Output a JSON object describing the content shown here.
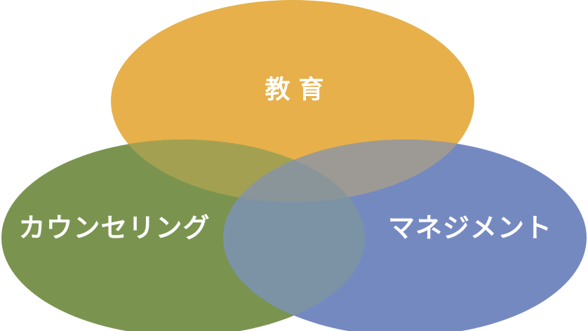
{
  "diagram": {
    "type": "venn",
    "description": "Three-ellipse Venn diagram of overlapping skill domains",
    "sets": [
      {
        "id": "education",
        "label": "教 育",
        "color": "#E7B04A"
      },
      {
        "id": "counseling",
        "label": "カウンセリング",
        "color": "#7A9450"
      },
      {
        "id": "management",
        "label": "マネジメント",
        "color": "#7589C1"
      }
    ],
    "overlaps": {
      "education_counseling": "#A3A151",
      "education_management": "#9D9A95",
      "counseling_management": "#7C93A6",
      "all_three": "#8A959A"
    },
    "label_color": "#FFFFFF",
    "background": "#FFFFFF"
  }
}
